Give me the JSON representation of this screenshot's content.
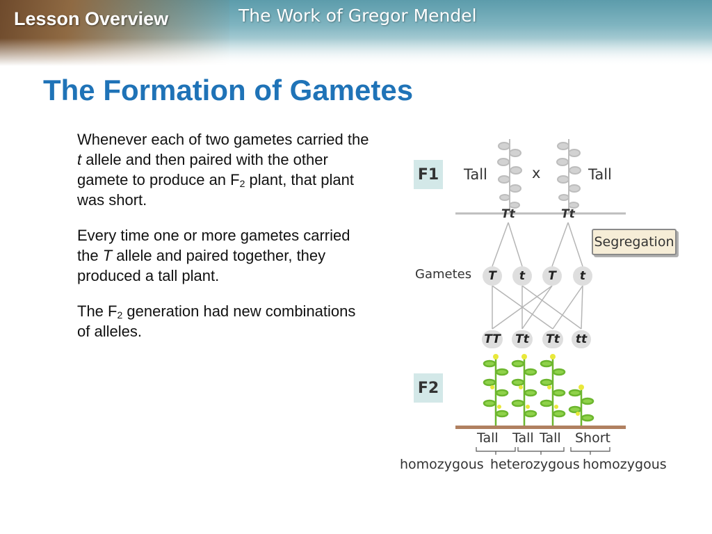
{
  "header": {
    "section_label": "Lesson Overview",
    "lesson_title": "The Work of Gregor Mendel"
  },
  "slide": {
    "title": "The Formation of Gametes",
    "paragraphs": [
      {
        "parts": [
          "Whenever each of two gametes carried the ",
          "t",
          " allele and then paired with the other gamete to produce an F",
          "2",
          " plant, that plant was short."
        ]
      },
      {
        "parts": [
          "Every time one or more gametes carried the ",
          "T",
          " allele and paired together, they produced a tall plant."
        ]
      },
      {
        "parts": [
          "The F",
          "2",
          " generation had new combinations of alleles."
        ]
      }
    ]
  },
  "diagram": {
    "f1_label": "F1",
    "f1_parents": [
      "Tall",
      "Tall"
    ],
    "cross_symbol": "x",
    "f1_genotypes": [
      "Tt",
      "Tt"
    ],
    "segregation_label": "Segregation",
    "gametes_label": "Gametes",
    "gametes": [
      "T",
      "t",
      "T",
      "t"
    ],
    "f2_label": "F2",
    "f2_genotypes": [
      "TT",
      "Tt",
      "Tt",
      "tt"
    ],
    "f2_phenotypes": [
      "Tall",
      "Tall",
      "Tall",
      "Short"
    ],
    "zygosity": [
      "homozygous",
      "heterozygous",
      "homozygous"
    ],
    "colors": {
      "title_blue": "#1f73b7",
      "plant_green": "#7cc63a",
      "flower_yellow": "#e9e83b",
      "f1_plant_gray": "#c9c9c9",
      "soil_brown": "#b08060",
      "label_box_teal": "#d3e8e8",
      "segregation_box": "#f6edd7"
    }
  }
}
